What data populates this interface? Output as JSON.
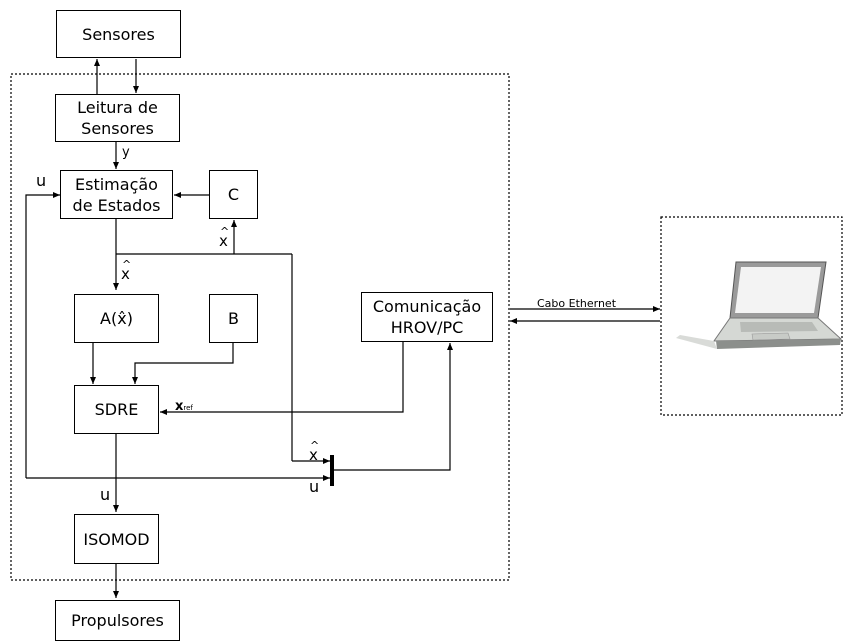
{
  "blocks": {
    "sensores": "Sensores",
    "leitura": [
      "Leitura de",
      "Sensores"
    ],
    "estimacao": [
      "Estimação",
      "de Estados"
    ],
    "c": "C",
    "a": "A(x̂)",
    "b": "B",
    "comunicacao": [
      "Comunicação",
      "HROV/PC"
    ],
    "sdre": "SDRE",
    "isomod": "ISOMOD",
    "propulsores": "Propulsores"
  },
  "signals": {
    "y": "y",
    "u": "u",
    "x": "x",
    "hat": "^",
    "x_ref_main": "x",
    "x_ref_sub": "ref"
  },
  "link": {
    "label": "Cabo Ethernet"
  },
  "icons": {
    "laptop": "laptop-icon"
  }
}
